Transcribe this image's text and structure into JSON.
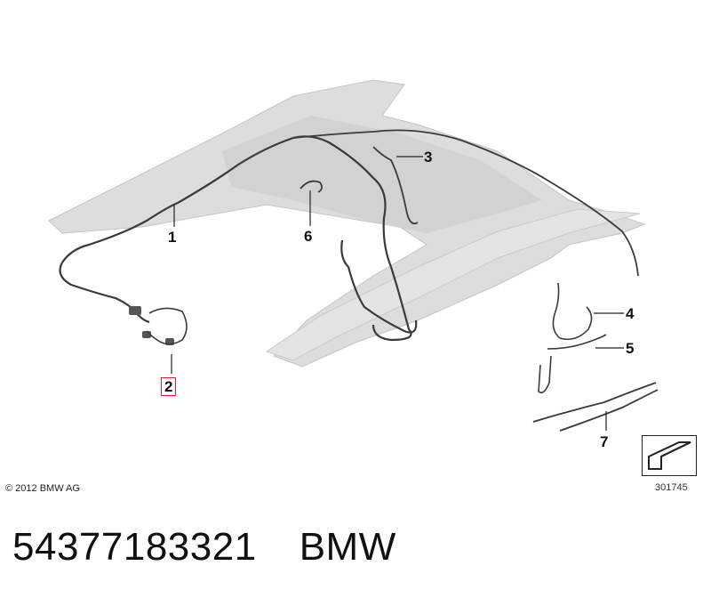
{
  "callouts": {
    "c1": "1",
    "c2": "2",
    "c3": "3",
    "c4": "4",
    "c5": "5",
    "c6": "6",
    "c7": "7"
  },
  "copyright": "© 2012 BMW AG",
  "reference_number": "301745",
  "footer": {
    "part_number": "54377183321",
    "brand": "BMW"
  },
  "colors": {
    "headliner": "#dcdcdc",
    "wire": "#3a3a3a",
    "highlight_box": "#e0202a"
  }
}
